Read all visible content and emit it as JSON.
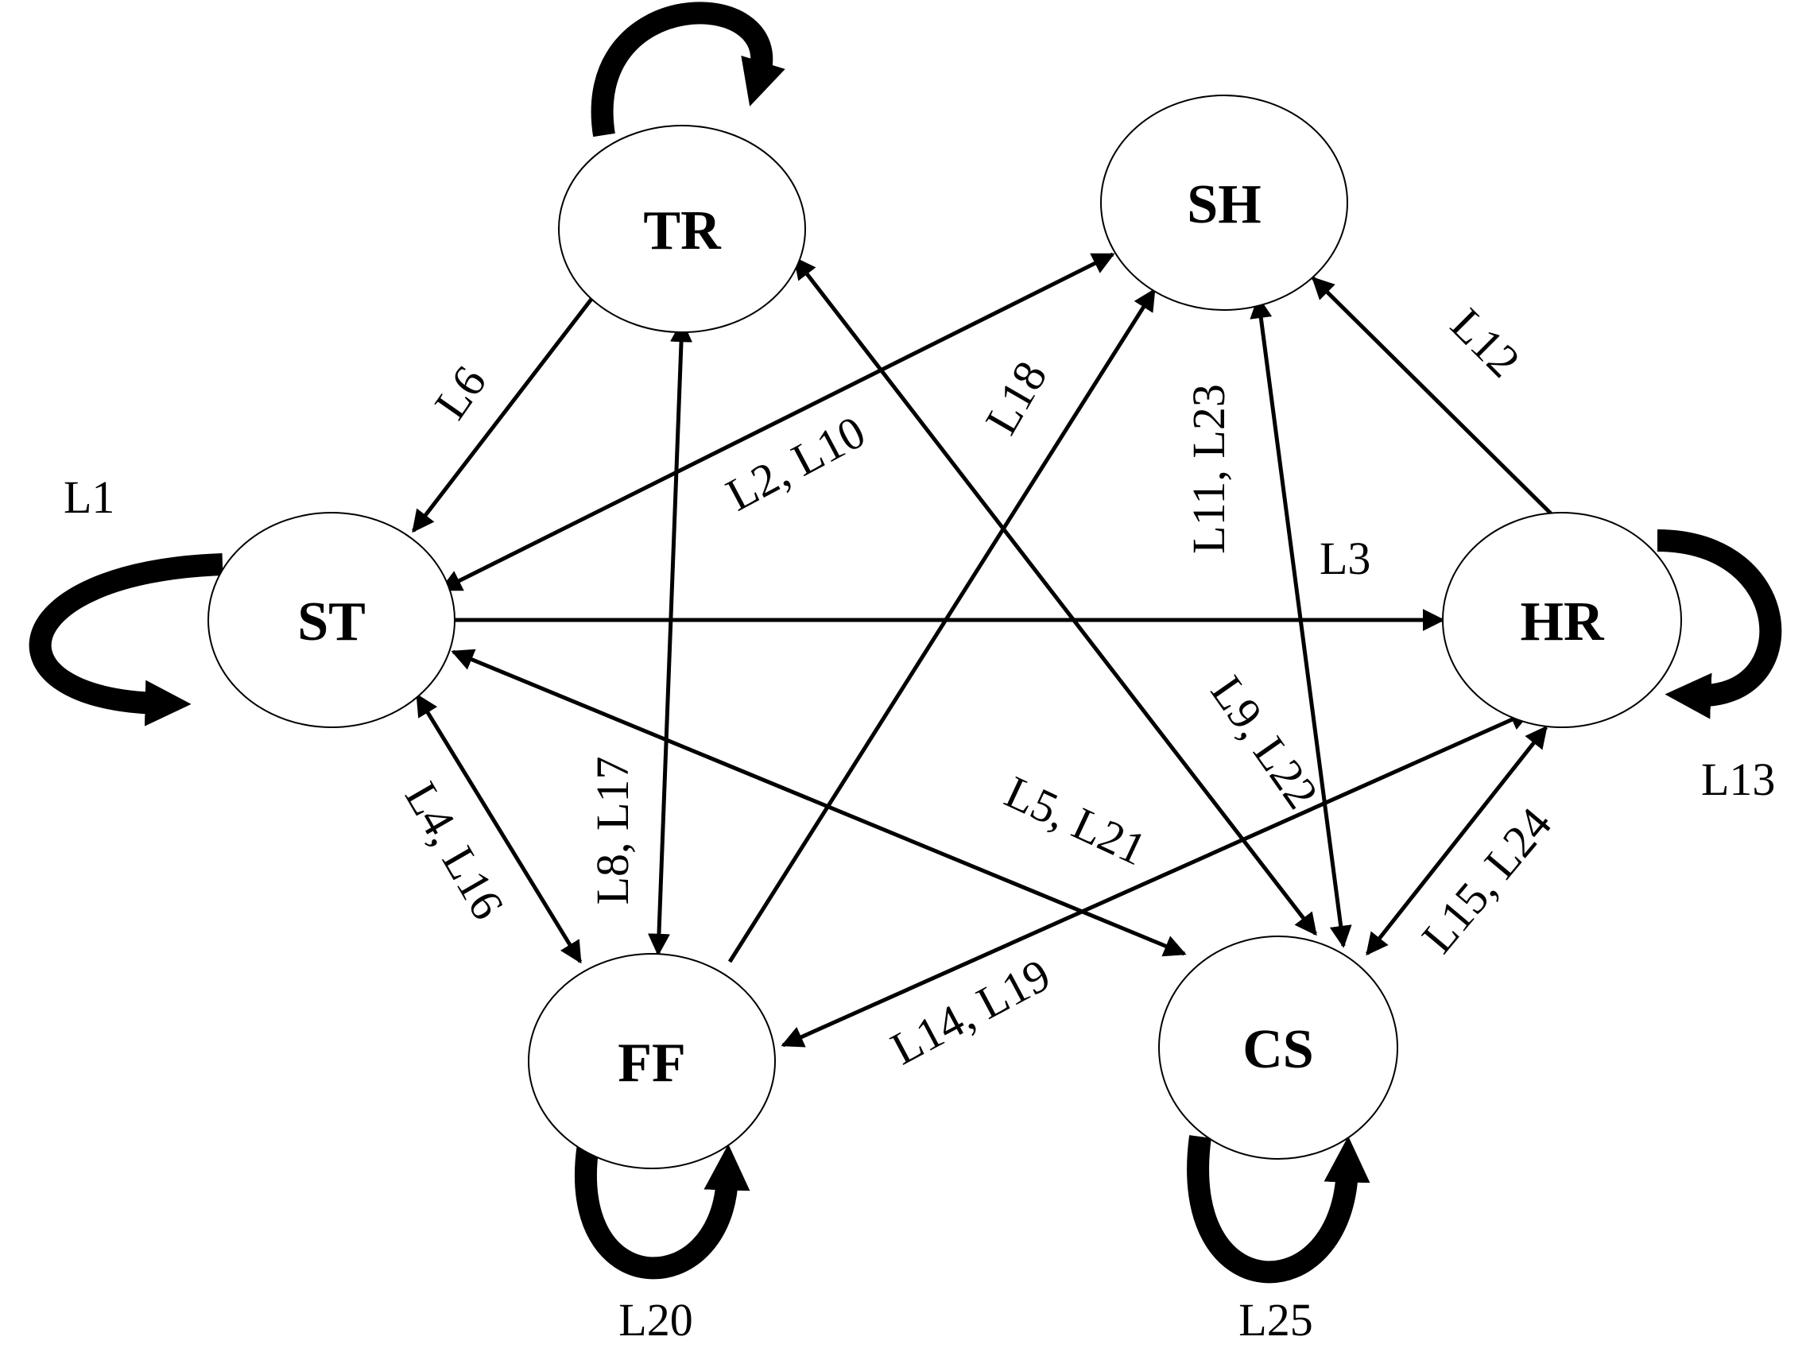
{
  "nodes": {
    "st": "ST",
    "tr": "TR",
    "sh": "SH",
    "hr": "HR",
    "ff": "FF",
    "cs": "CS"
  },
  "edge_labels": {
    "l1": "L1",
    "l6": "L6",
    "l2_l10": "L2, L10",
    "l18": "L18",
    "l11_l23": "L11, L23",
    "l12": "L12",
    "l3": "L3",
    "l13": "L13",
    "l9_l22": "L9, L22",
    "l8_l17": "L8, L17",
    "l4_l16": "L4, L16",
    "l5_l21": "L5, L21",
    "l15_l24": "L15, L24",
    "l14_l19": "L14, L19",
    "l20": "L20",
    "l25": "L25"
  }
}
